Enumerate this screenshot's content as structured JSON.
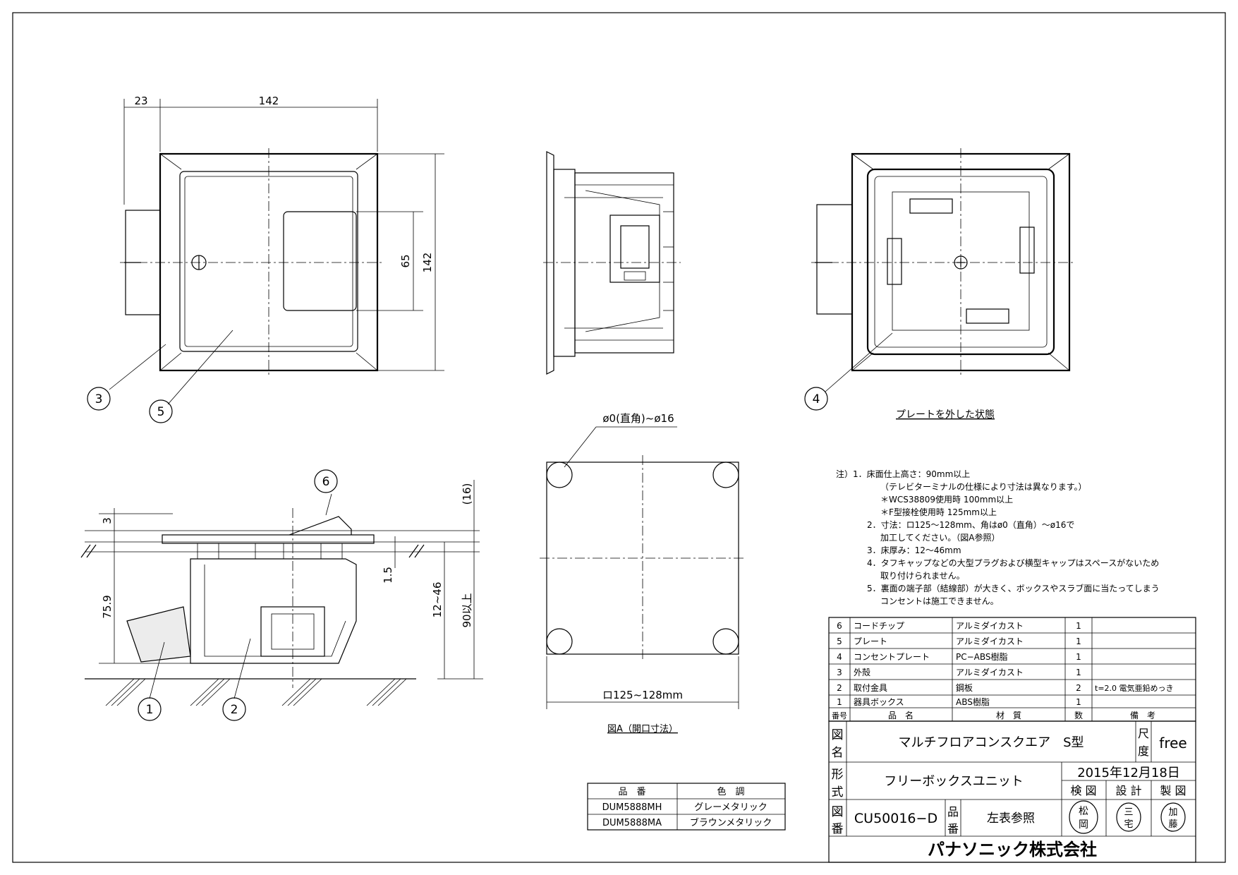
{
  "dimensions": {
    "top_23": "23",
    "top_142": "142",
    "side_65": "65",
    "side_142": "142",
    "sec_3": "3",
    "sec_75_9": "75.9",
    "sec_1_5": "1.5",
    "sec_12_46": "12~46",
    "sec_16": "(16)",
    "sec_90": "90以上",
    "hole_corner": "ø0(直角)~ø16",
    "hole_square": "ロ125~128mm"
  },
  "balloons": [
    "1",
    "2",
    "3",
    "4",
    "5",
    "6"
  ],
  "captions": {
    "plate_removed": "プレートを外した状態",
    "figure_a": "図A（開口寸法）"
  },
  "notes": [
    "注）1．床面仕上高さ：90mm以上",
    "（テレビターミナルの仕様により寸法は異なります。）",
    "＊WCS38809使用時 100mm以上",
    "＊F型接栓使用時 125mm以上",
    "2．寸法：ロ125～128mm、角はø0（直角）～ø16で",
    "加工してください。（図A参照）",
    "3．床厚み：12～46mm",
    "4．タフキャップなどの大型プラグおよび横型キャップはスペースがないため",
    "取り付けられません。",
    "5．裏面の端子部（結線部）が大きく、ボックスやスラブ面に当たってしまう",
    "コンセントは施工できません。"
  ],
  "variants": {
    "headers": [
      "品　番",
      "色　調"
    ],
    "rows": [
      [
        "DUM5888MH",
        "グレーメタリック"
      ],
      [
        "DUM5888MA",
        "ブラウンメタリック"
      ]
    ]
  },
  "parts": {
    "headers": [
      "番号",
      "品　名",
      "材　質",
      "数",
      "備　考"
    ],
    "rows": [
      [
        "6",
        "コードチップ",
        "アルミダイカスト",
        "1",
        ""
      ],
      [
        "5",
        "プレート",
        "アルミダイカスト",
        "1",
        ""
      ],
      [
        "4",
        "コンセントプレート",
        "PC−ABS樹脂",
        "1",
        ""
      ],
      [
        "3",
        "外殻",
        "アルミダイカスト",
        "1",
        ""
      ],
      [
        "2",
        "取付金具",
        "鋼板",
        "2",
        "t=2.0 電気亜鉛めっき"
      ],
      [
        "1",
        "器具ボックス",
        "ABS樹脂",
        "1",
        ""
      ]
    ]
  },
  "titleblock": {
    "name_label": "図名",
    "name": "マルチフロアコンスクエア　S型",
    "scale_label": "尺度",
    "scale": "free",
    "type_label": "形式",
    "type": "フリーボックスユニット",
    "date": "2015年12月18日",
    "check": "検 図",
    "design": "設 計",
    "draw": "製 図",
    "number_label": "図番",
    "number": "CU50016−D",
    "part_label": "品番",
    "part": "左表参照",
    "stamp1": "松岡",
    "stamp2": "三宅",
    "stamp3": "加藤",
    "company": "パナソニック株式会社"
  }
}
